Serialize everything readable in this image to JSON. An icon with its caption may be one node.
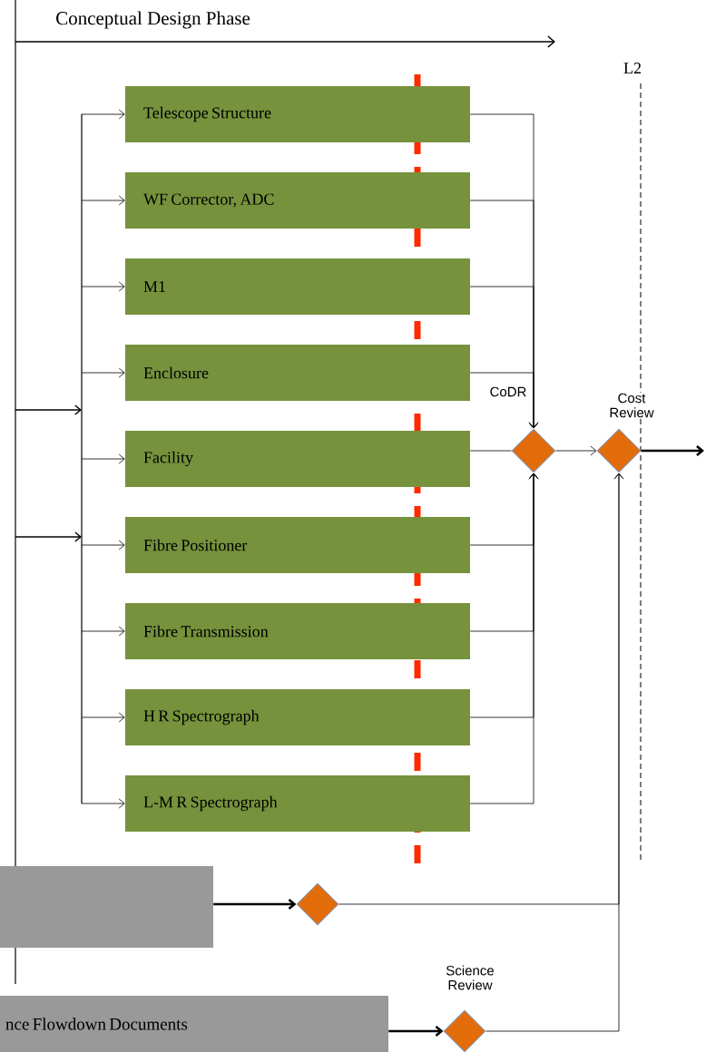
{
  "diagram": {
    "nodes": [
      {
        "text": [
          "Telescope Structure"
        ]
      },
      {
        "text": [
          "WF Corrector, ADC"
        ]
      },
      {
        "text": [
          "M1"
        ]
      },
      {
        "text": [
          "Enclosure"
        ]
      },
      {
        "text": [
          "Facility"
        ]
      },
      {
        "text": [
          "Fibre Positioner"
        ]
      },
      {
        "text": [
          "Fibre Transmission"
        ]
      },
      {
        "text": [
          "H R Spectrograph"
        ]
      },
      {
        "text": [
          "L-M R Spectrograph"
        ]
      },
      {
        "text": [
          "CoDR"
        ]
      },
      {
        "text": [
          "Cost Review"
        ]
      },
      {
        "text": [],
        "shape": "box"
      },
      {
        "text": [],
        "shape": "diamond"
      },
      {
        "text": [
          "nce Flowdown Documents"
        ]
      },
      {
        "text": [
          "Science Review"
        ]
      }
    ],
    "edges": [
      {
        "from": null,
        "to": 0,
        "arrow": "to"
      },
      {
        "from": null,
        "to": 1,
        "arrow": "to"
      },
      {
        "from": null,
        "to": 2,
        "arrow": "to"
      },
      {
        "from": null,
        "to": 3,
        "arrow": "to"
      },
      {
        "from": null,
        "to": 4,
        "arrow": "to"
      },
      {
        "from": null,
        "to": 5,
        "arrow": "to"
      },
      {
        "from": null,
        "to": 6,
        "arrow": "to"
      },
      {
        "from": null,
        "to": 7,
        "arrow": "to"
      },
      {
        "from": null,
        "to": 8,
        "arrow": "to"
      },
      {
        "from": 0,
        "to": 9,
        "arrow": "to"
      },
      {
        "from": 1,
        "to": 9,
        "arrow": "to"
      },
      {
        "from": 2,
        "to": 9,
        "arrow": "to"
      },
      {
        "from": 3,
        "to": 9,
        "arrow": "to"
      },
      {
        "from": 4,
        "to": 9,
        "arrow": "none"
      },
      {
        "from": 5,
        "to": 9,
        "arrow": "to"
      },
      {
        "from": 6,
        "to": 9,
        "arrow": "to"
      },
      {
        "from": 7,
        "to": 9,
        "arrow": "to"
      },
      {
        "from": 8,
        "to": 9,
        "arrow": "to"
      },
      {
        "from": 9,
        "to": 10,
        "arrow": "to"
      },
      {
        "from": 10,
        "to": null,
        "arrow": "to",
        "style": "thick"
      },
      {
        "from": 11,
        "to": 12,
        "arrow": "to",
        "style": "thick"
      },
      {
        "from": 12,
        "to": 10,
        "arrow": "to"
      },
      {
        "from": 13,
        "to": 14,
        "arrow": "to",
        "style": "thick"
      },
      {
        "from": 14,
        "to": 10,
        "arrow": "to"
      }
    ],
    "labels": [
      "Conceptual Design Phase",
      "L2"
    ]
  }
}
